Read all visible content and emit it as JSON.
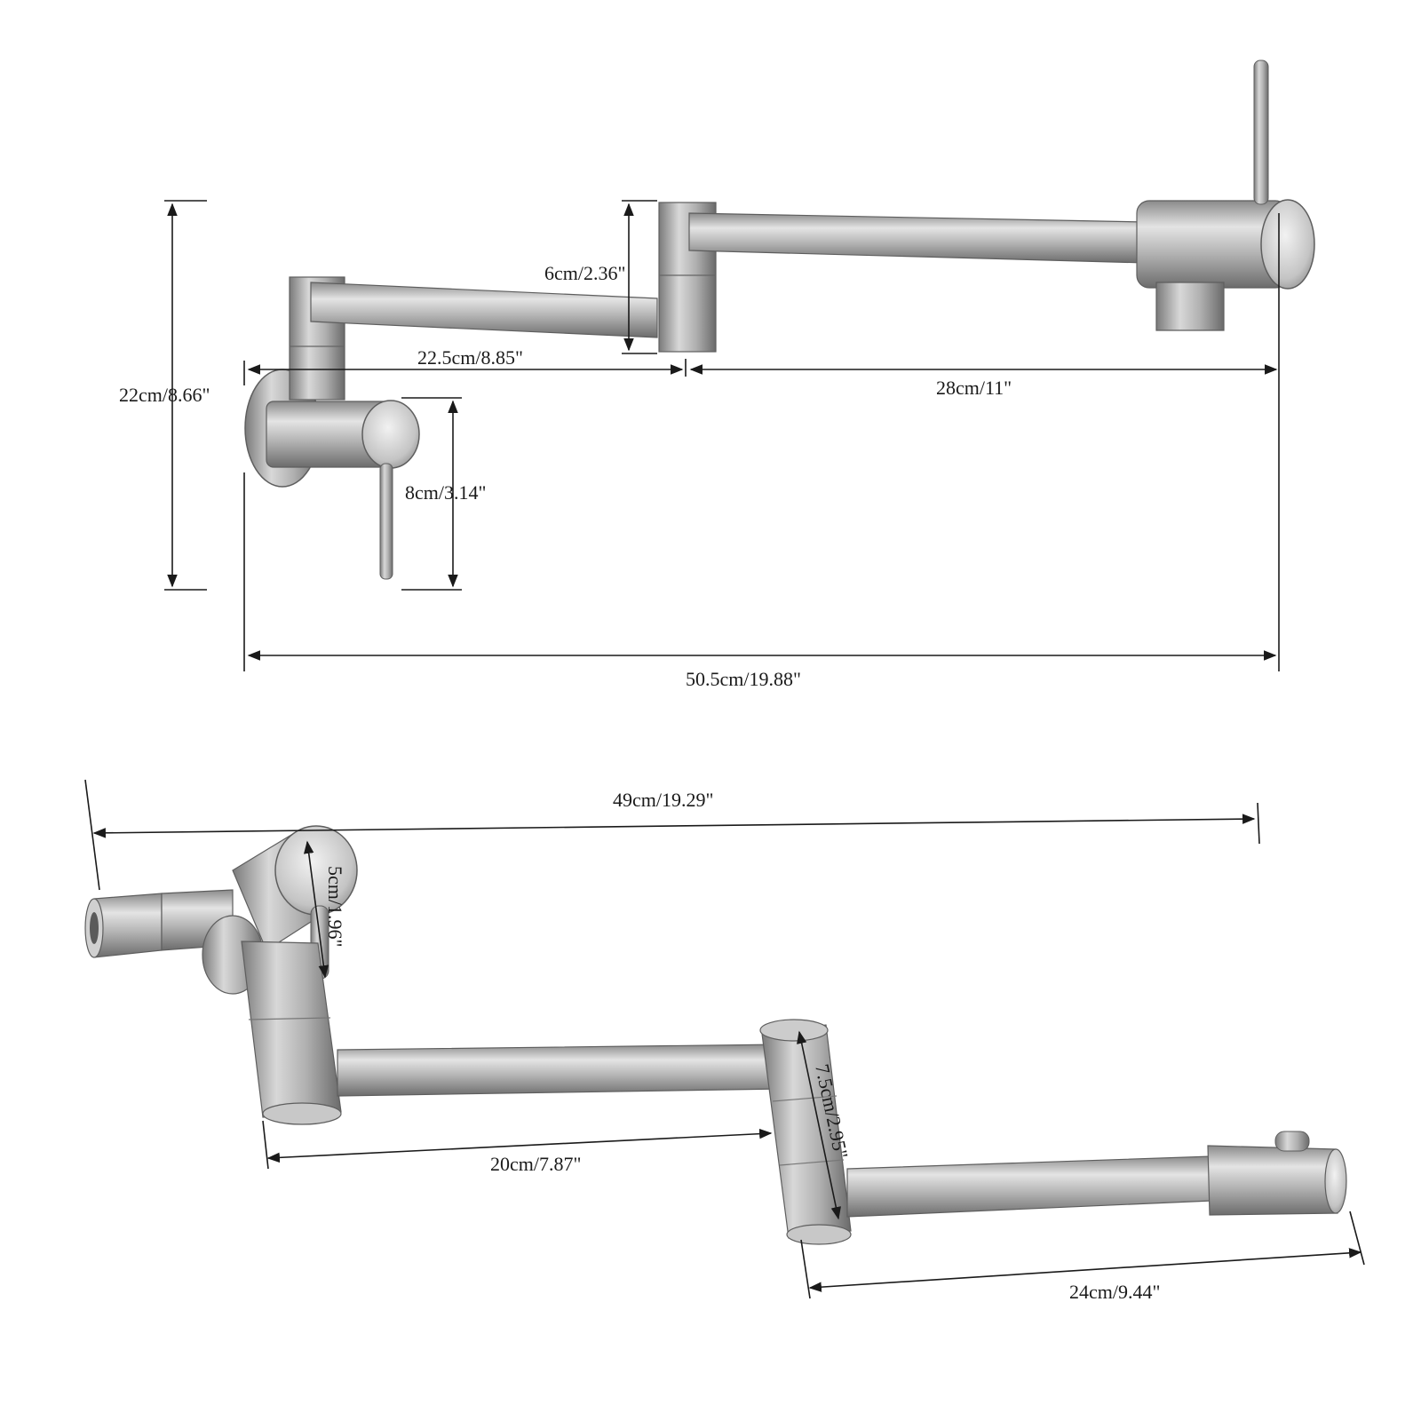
{
  "colors": {
    "background": "#ffffff",
    "metal_light": "#e6e6e6",
    "metal_mid": "#a8a8a8",
    "metal_dark": "#6e6e6e",
    "dim_line": "#1a1a1a"
  },
  "front_view": {
    "total_width": "50.5cm/19.88\"",
    "total_height": "22cm/8.66\"",
    "joint_height": "6cm/2.36\"",
    "first_arm": "22.5cm/8.85\"",
    "second_arm": "28cm/11\"",
    "handle_length": "8cm/3.14\""
  },
  "perspective_view": {
    "total_length": "49cm/19.29\"",
    "body_diameter": "5cm/1.96\"",
    "first_arm": "20cm/7.87\"",
    "joint_height": "7.5cm/2.95\"",
    "second_arm": "24cm/9.44\""
  }
}
